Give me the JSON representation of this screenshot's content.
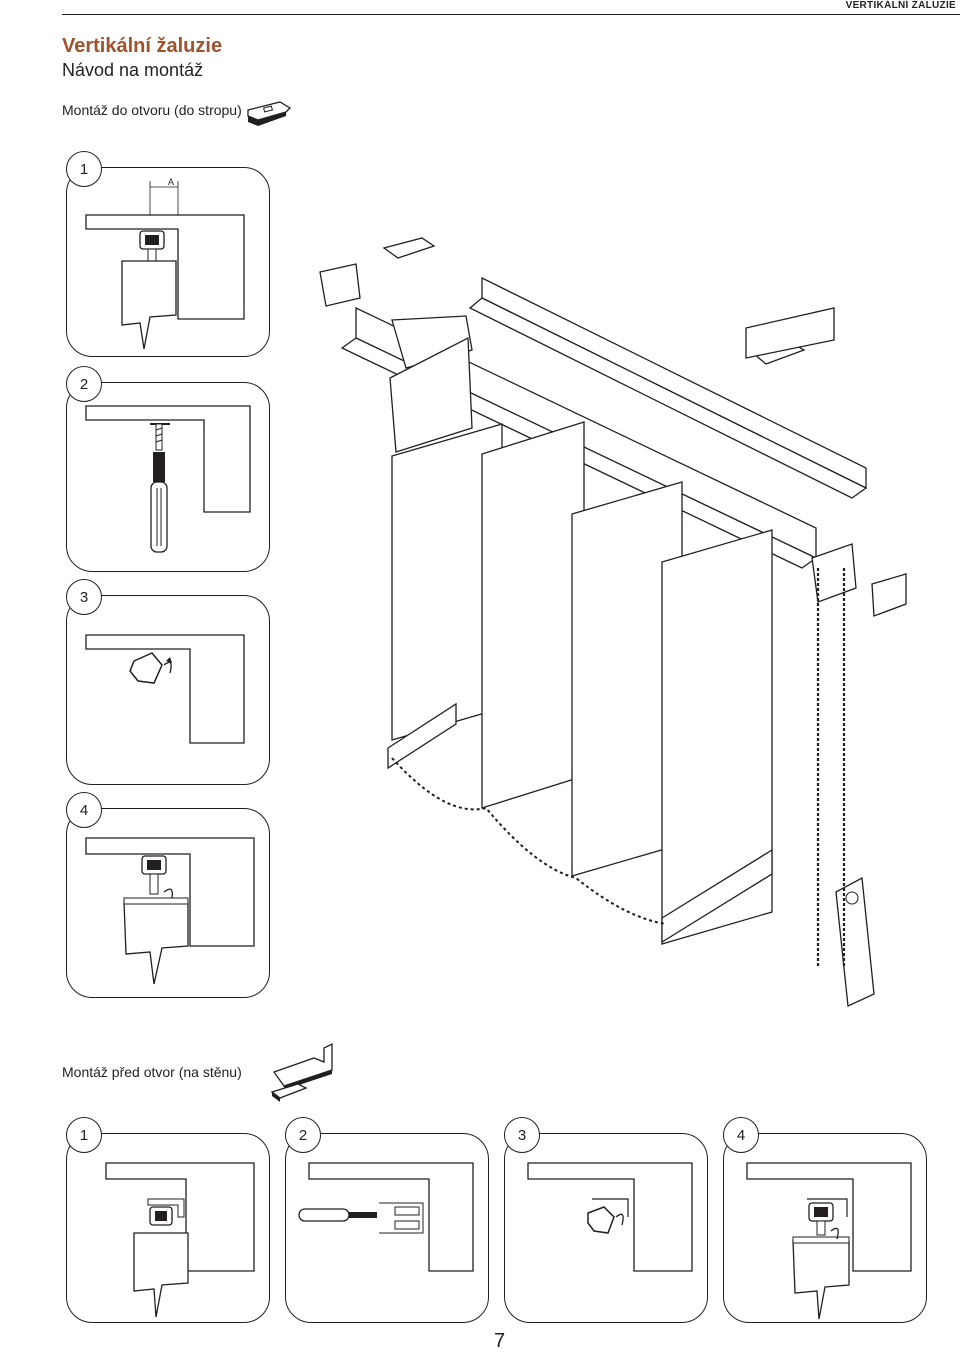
{
  "header": {
    "running_title": "VERTIKÁLNÍ ŽALUZIE"
  },
  "title": "Vertikální žaluzie",
  "subtitle": "Návod na montáž",
  "section_ceiling": {
    "label": "Montáž do otvoru (do stropu)",
    "steps": [
      "1",
      "2",
      "3",
      "4"
    ],
    "dimension_label": "A"
  },
  "section_wall": {
    "label": "Montáž před otvor (na stěnu)",
    "steps": [
      "1",
      "2",
      "3",
      "4"
    ]
  },
  "page_number": "7",
  "colors": {
    "title": "#a0522d",
    "ink": "#231f20"
  }
}
